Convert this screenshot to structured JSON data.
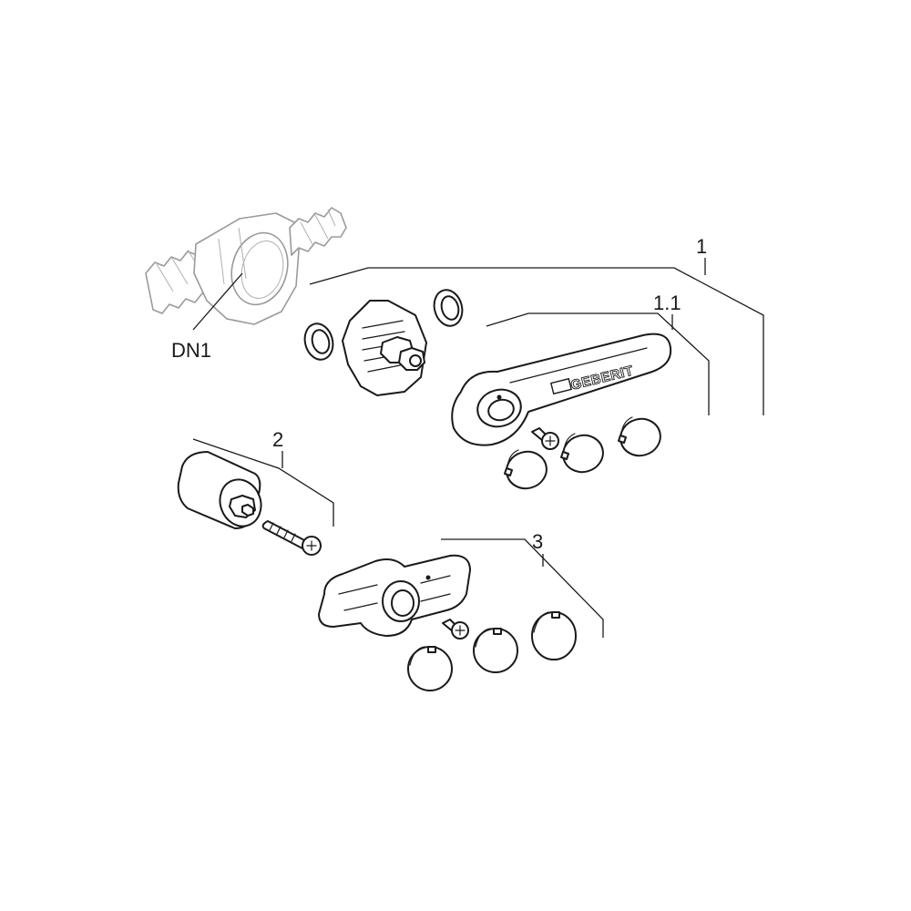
{
  "labels": {
    "dn1": "DN1",
    "part1": "1",
    "part1_1": "1.1",
    "part2": "2",
    "part3": "3"
  },
  "brand": {
    "logo_text": "GEBERIT"
  }
}
